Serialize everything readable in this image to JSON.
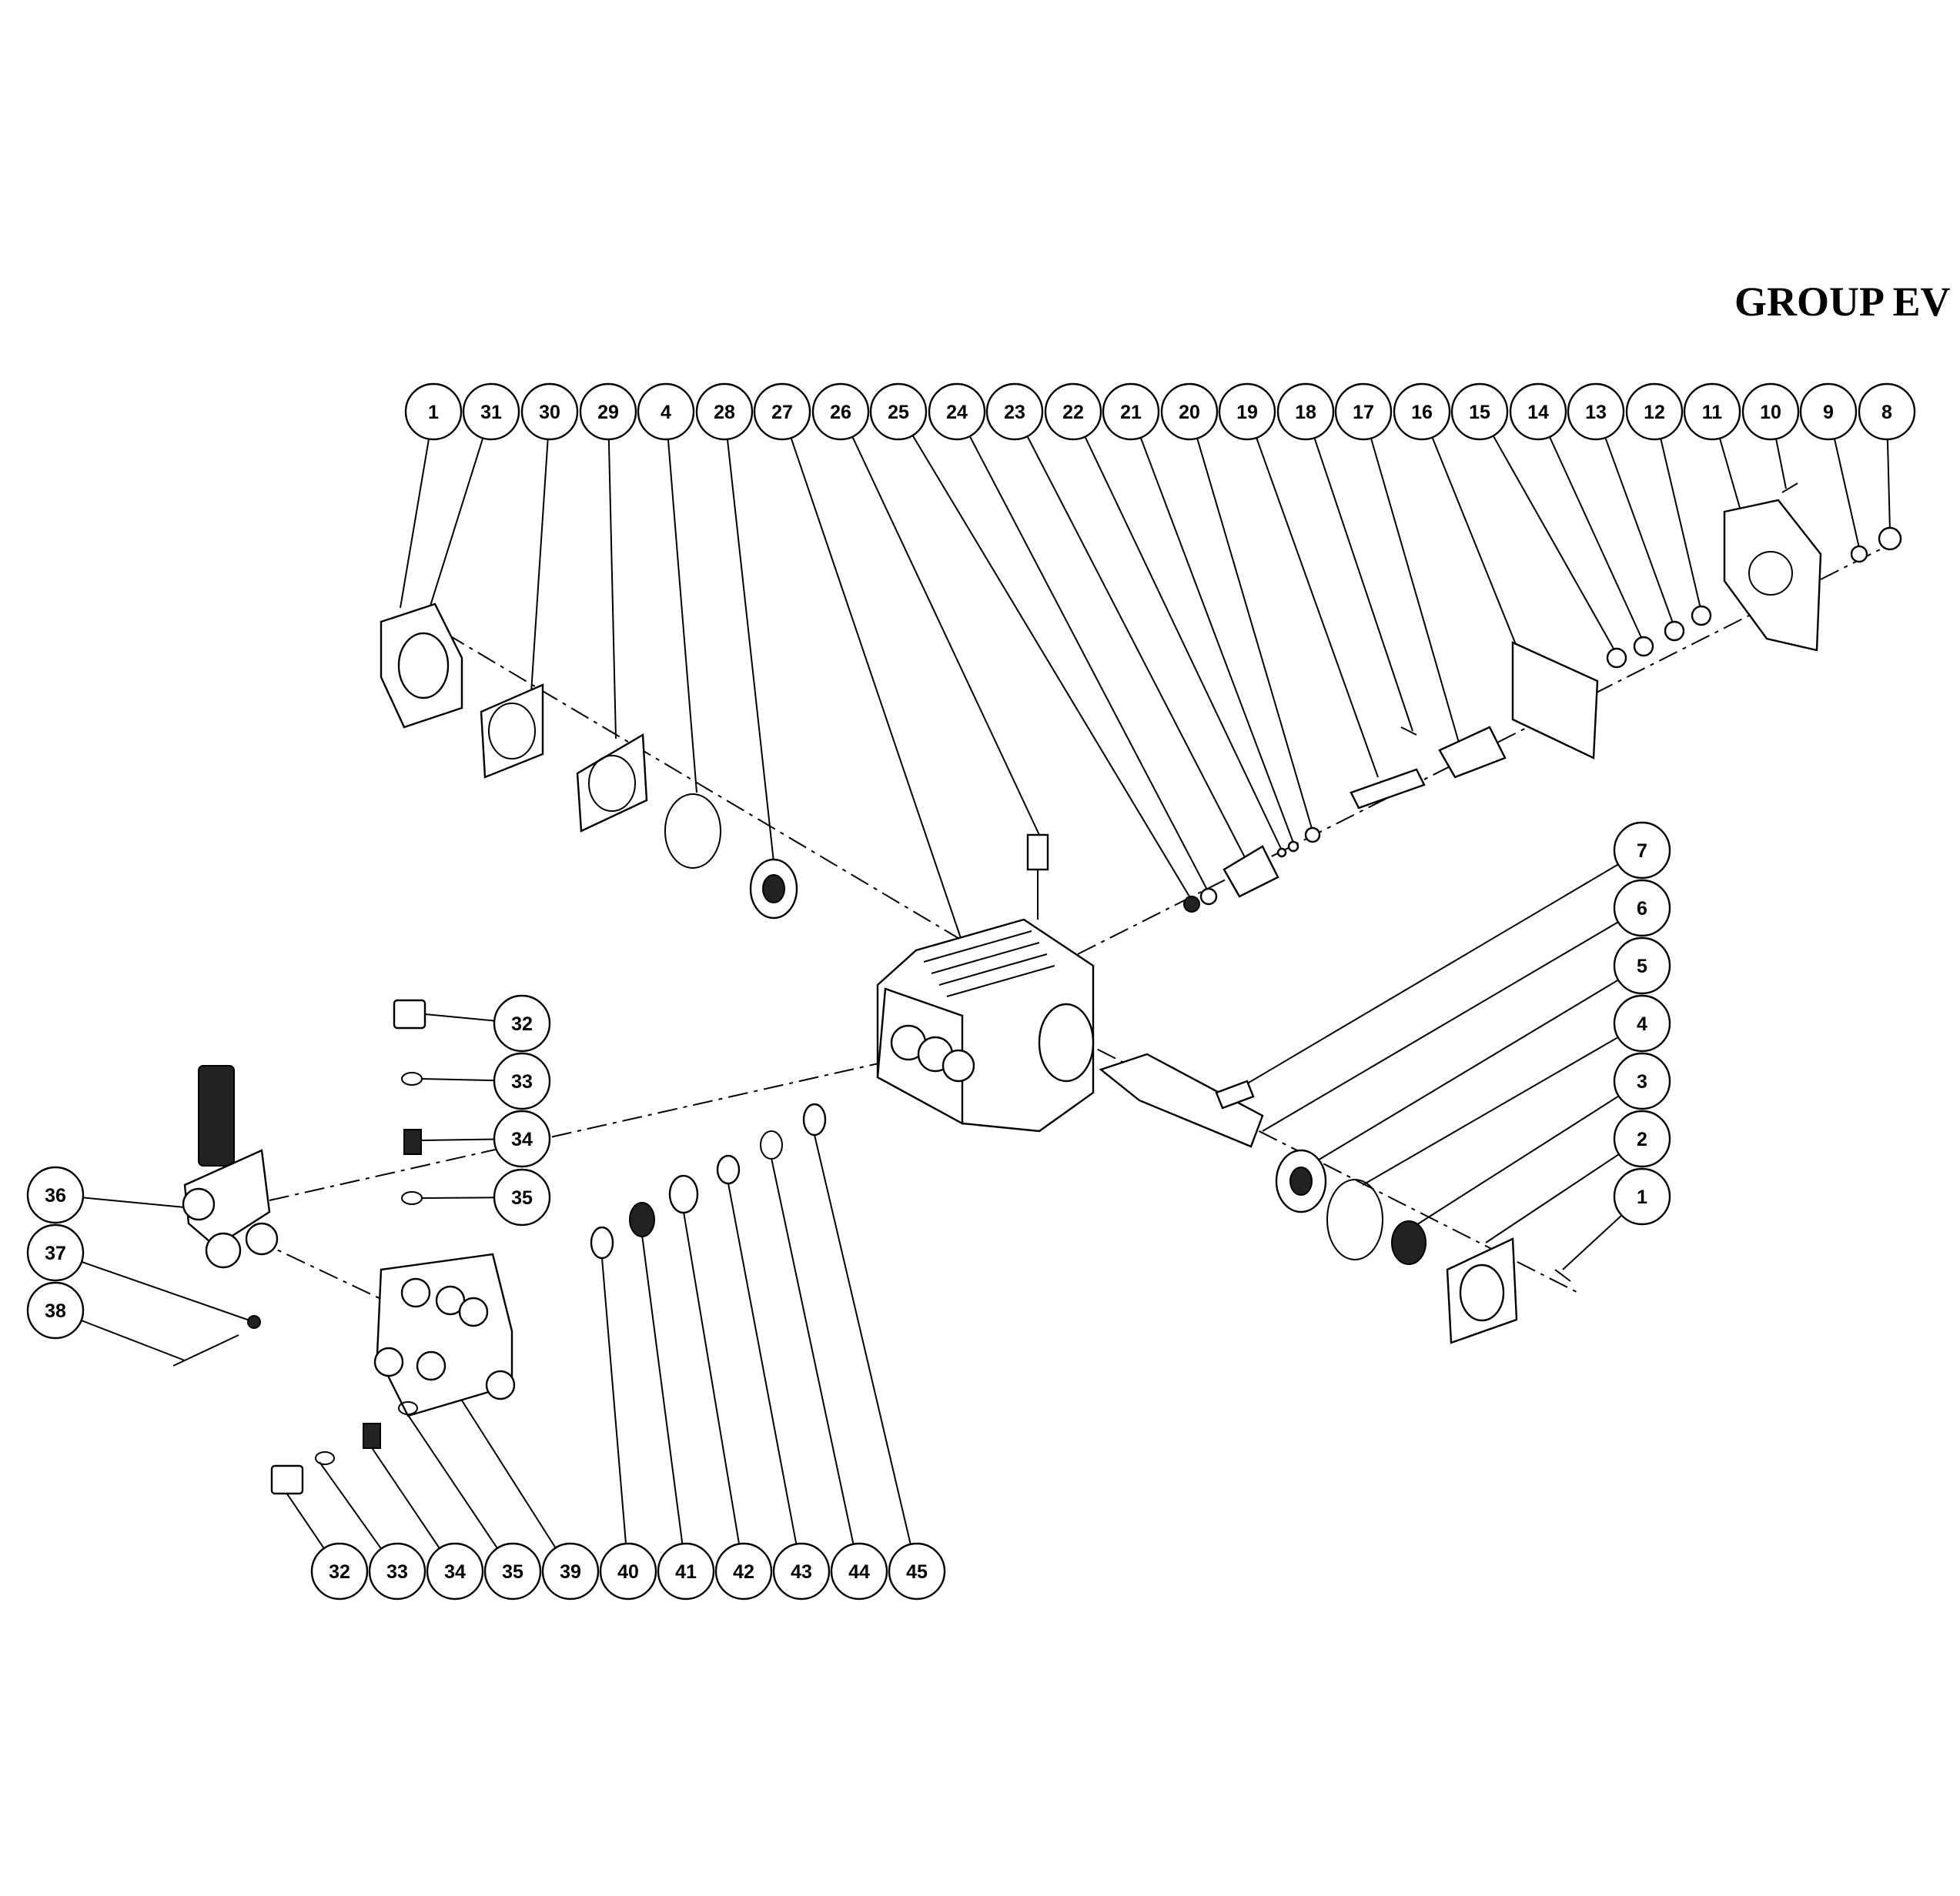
{
  "title": "GROUP EV",
  "top_row_callouts": [
    "1",
    "31",
    "30",
    "29",
    "4",
    "28",
    "27",
    "26",
    "25",
    "24",
    "23",
    "22",
    "21",
    "20",
    "19",
    "18",
    "17",
    "16",
    "15",
    "14",
    "13",
    "12",
    "11",
    "10",
    "9",
    "8"
  ],
  "right_column_callouts": [
    "7",
    "6",
    "5",
    "4",
    "3",
    "2",
    "1"
  ],
  "left_column_callouts": [
    "36",
    "37",
    "38"
  ],
  "valve_stack_callouts": [
    "32",
    "33",
    "34",
    "35"
  ],
  "bottom_row_callouts": [
    "32",
    "33",
    "34",
    "35",
    "39",
    "40",
    "41",
    "42",
    "43",
    "44",
    "45"
  ]
}
